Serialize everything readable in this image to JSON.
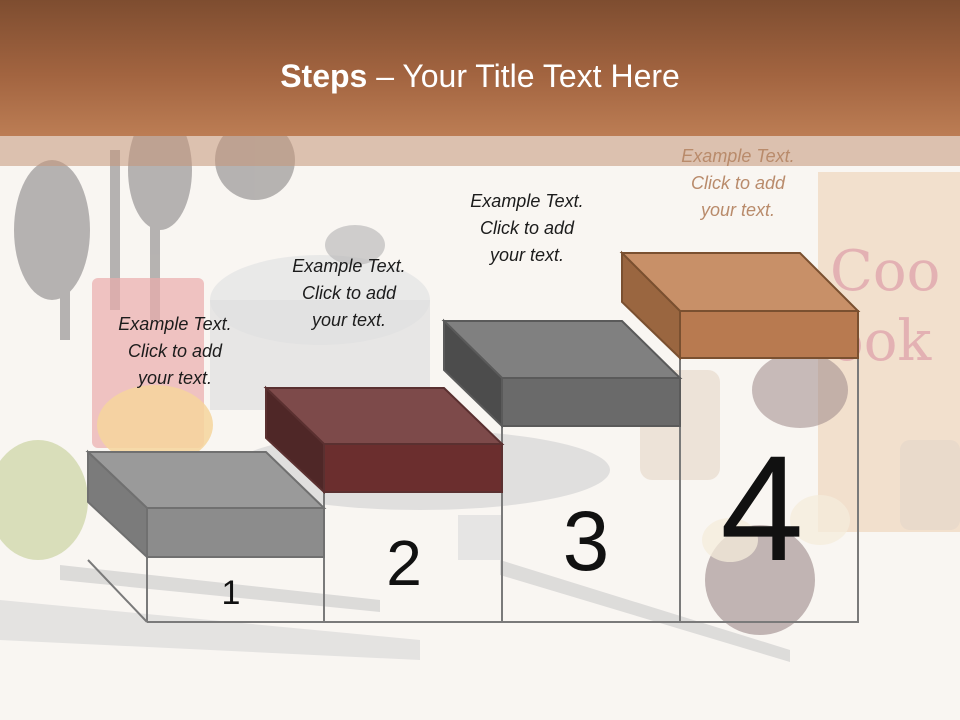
{
  "slide": {
    "title_bold": "Steps",
    "title_rest": " – Your Title Text Here",
    "colors": {
      "header": "#a26440",
      "step1": "#8f8f8f",
      "step2": "#6e2f2f",
      "step3": "#727272",
      "step4": "#b87a50"
    }
  },
  "steps": [
    {
      "number": "1",
      "lines": [
        "Example Text.",
        "Click  to add",
        "your text."
      ]
    },
    {
      "number": "2",
      "lines": [
        "Example Text.",
        "Click  to add",
        "your text."
      ]
    },
    {
      "number": "3",
      "lines": [
        "Example Text.",
        "Click  to add",
        "your text."
      ]
    },
    {
      "number": "4",
      "lines": [
        "Example Text.",
        "Click  to add",
        "your text."
      ]
    }
  ]
}
